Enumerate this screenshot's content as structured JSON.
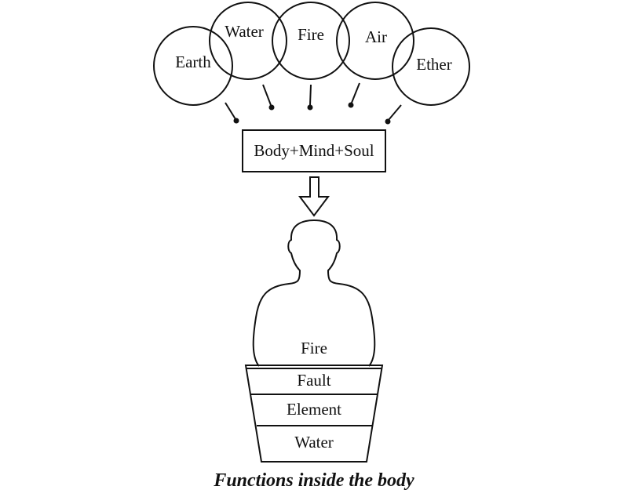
{
  "elements": {
    "earth": "Earth",
    "water": "Water",
    "fire": "Fire",
    "air": "Air",
    "ether": "Ether"
  },
  "combination": "Body+Mind+Soul",
  "body_layers": {
    "fire": "Fire",
    "fault": "Fault",
    "element": "Element",
    "water": "Water"
  },
  "caption": "Functions inside the body"
}
